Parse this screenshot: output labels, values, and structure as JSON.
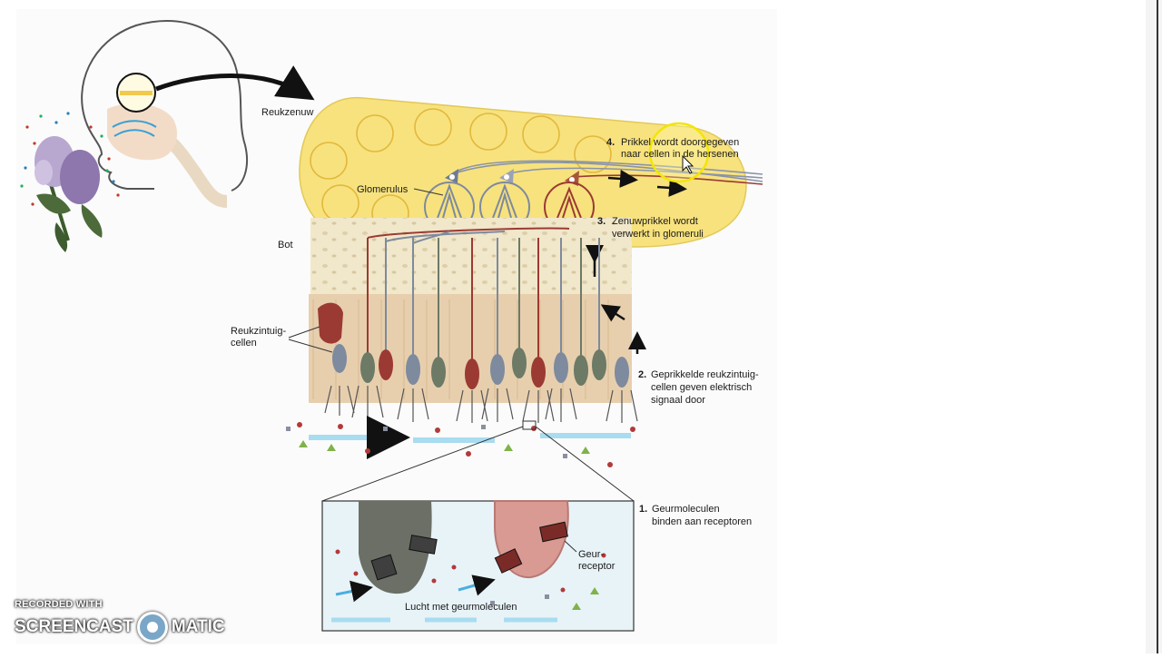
{
  "labels": {
    "nerve": "Reukzenuw",
    "glomerulus": "Glomerulus",
    "bone": "Bot",
    "receptor_cells_1": "Reukzintuig-",
    "receptor_cells_2": "cellen",
    "step4_num": "4.",
    "step4_line1": "Prikkel wordt doorgegeven",
    "step4_line2": "naar cellen in de hersenen",
    "step3_num": "3.",
    "step3_line1": "Zenuwprikkel wordt",
    "step3_line2": "verwerkt in glomeruli",
    "step2_num": "2.",
    "step2_line1": "Geprikkelde reukzintuig-",
    "step2_line2": "cellen geven elektrisch",
    "step2_line3": "signaal door",
    "step1_num": "1.",
    "step1_line1": "Geurmoleculen",
    "step1_line2": "binden aan receptoren",
    "odor_receptor_1": "Geur-",
    "odor_receptor_2": "receptor",
    "air": "Lucht met geurmoleculen"
  },
  "watermark": {
    "recorded": "RECORDED WITH",
    "brand_left": "SCREENCAST",
    "brand_right": "MATIC"
  },
  "colors": {
    "bulb": "#f7e27e",
    "bone": "#efe5c9",
    "tissue": "#e7cfae",
    "neuron_red": "#9b3a33",
    "neuron_grey": "#8a93a8",
    "neuron_green": "#6c7a66",
    "air_arrow": "#6cc3e3",
    "highlight": "#f2e600"
  }
}
